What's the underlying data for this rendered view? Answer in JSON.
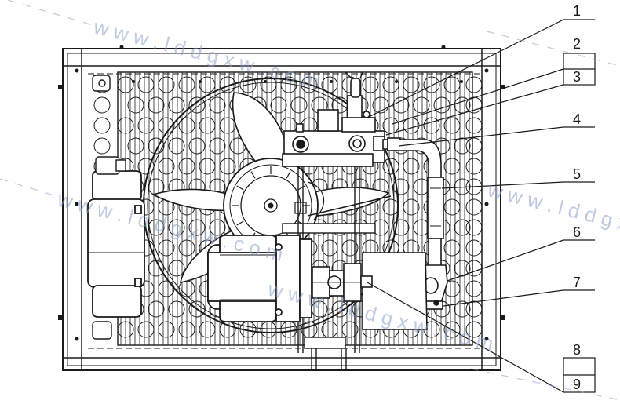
{
  "diagram": {
    "callouts": [
      "1",
      "2",
      "3",
      "4",
      "5",
      "6",
      "7",
      "8",
      "9"
    ],
    "watermarks": [
      "w w w . l d d g x w . c o m",
      "w w w . l d d g x w . c o m",
      "w w w . l d d g x w . c o m",
      "w w w . l d d g x w . c o m"
    ]
  }
}
